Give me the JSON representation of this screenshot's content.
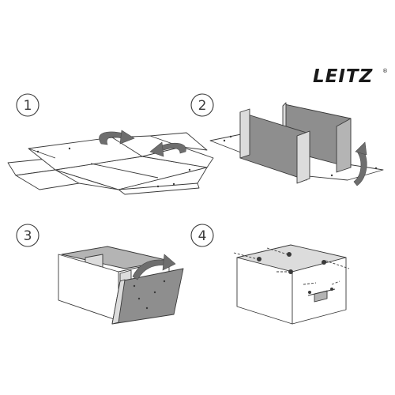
{
  "brand": {
    "name": "LEITZ",
    "registered_mark": "®"
  },
  "steps": [
    {
      "number": "1"
    },
    {
      "number": "2"
    },
    {
      "number": "3"
    },
    {
      "number": "4"
    }
  ],
  "colors": {
    "line": "#3a3a3a",
    "panel_dark": "#8e8e8e",
    "panel_light": "#dcdcdc",
    "arrow": "#6e6e6e"
  }
}
